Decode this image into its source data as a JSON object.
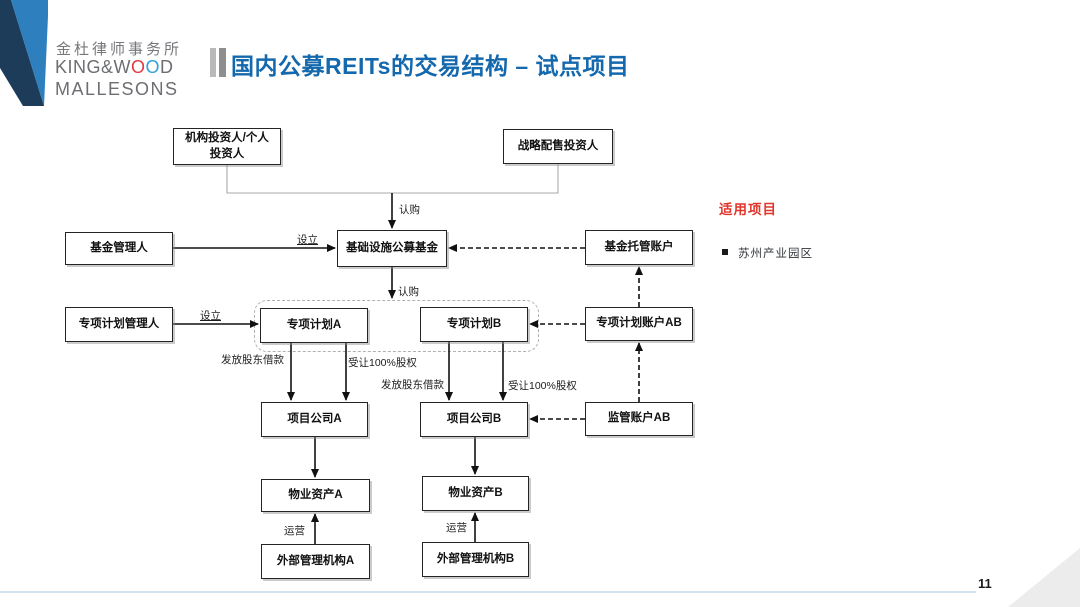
{
  "header": {
    "logo": {
      "name_cn": "金杜律师事务所",
      "name_en_top_prefix": "KING&W",
      "name_en_top_o1": "O",
      "name_en_top_o2": "O",
      "name_en_top_suffix": "D",
      "name_en_bottom": "MALLESONS"
    },
    "title": "国内公募REITs的交易结构 – 试点项目"
  },
  "diagram": {
    "nodes": {
      "institutional_investors": "机构投资人/个人\n投资人",
      "strategic_investors": "战略配售投资人",
      "fund_manager": "基金管理人",
      "infrastructure_fund": "基础设施公募基金",
      "custody_account": "基金托管账户",
      "plan_manager": "专项计划管理人",
      "plan_a": "专项计划A",
      "plan_b": "专项计划B",
      "plan_account_ab": "专项计划账户AB",
      "project_company_a": "项目公司A",
      "project_company_b": "项目公司B",
      "supervision_account_ab": "监管账户AB",
      "property_asset_a": "物业资产A",
      "property_asset_b": "物业资产B",
      "external_manager_a": "外部管理机构A",
      "external_manager_b": "外部管理机构B"
    },
    "edge_labels": {
      "subscribe_top": "认购",
      "establish_fund": "设立",
      "subscribe_mid": "认购",
      "establish_plan": "设立",
      "shareholder_loan_a": "发放股东借款",
      "equity_transfer_a": "受让100%股权",
      "shareholder_loan_b": "发放股东借款",
      "equity_transfer_b": "受让100%股权",
      "operation_a": "运营",
      "operation_b": "运营"
    }
  },
  "side_panel": {
    "heading": "适用项目",
    "items": [
      "苏州产业园区"
    ]
  },
  "footer": {
    "page_number": "11"
  },
  "colors": {
    "title_blue": "#1468ad",
    "heading_red": "#e0352b",
    "logo_navy": "#1d3c59",
    "logo_light_blue": "#2e7fbe",
    "logo_o_red": "#e13a41",
    "logo_o_blue": "#2fa2da",
    "footer_line_blue": "#d3e2f0"
  }
}
